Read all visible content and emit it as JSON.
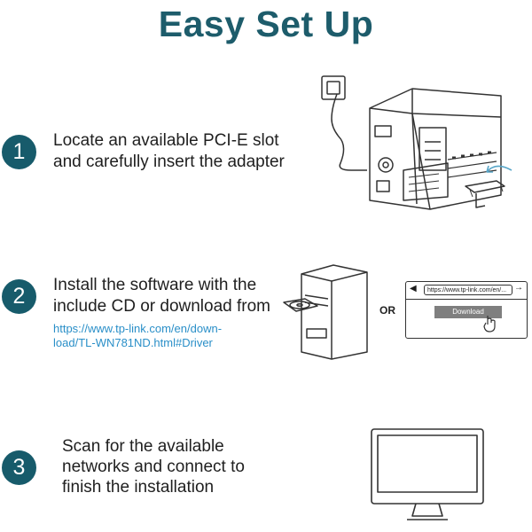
{
  "page": {
    "title": "Easy Set Up"
  },
  "steps": [
    {
      "number": "1",
      "lines": [
        "Locate an available PCI-E slot",
        "and carefully insert the adapter"
      ]
    },
    {
      "number": "2",
      "lines": [
        "Install the software with the",
        "include CD or download from"
      ],
      "link_lines": [
        "https://www.tp-link.com/en/down-",
        "load/TL-WN781ND.html#Driver"
      ],
      "or_label": "OR",
      "browser": {
        "url": "https://www.tp-link.com/en/...",
        "button_label": "Download"
      }
    },
    {
      "number": "3",
      "lines": [
        "Scan for the available",
        "networks and connect to",
        "finish the installation"
      ]
    }
  ],
  "icons": {
    "step1": "pc-tower-pcie-install-icon",
    "step2_cd": "pc-tower-cd-drive-icon",
    "step2_browser": "browser-download-icon",
    "step3": "monitor-icon"
  },
  "colors": {
    "title": "#1d5c6b",
    "badge": "#175b6b",
    "link": "#2a8fc8"
  }
}
